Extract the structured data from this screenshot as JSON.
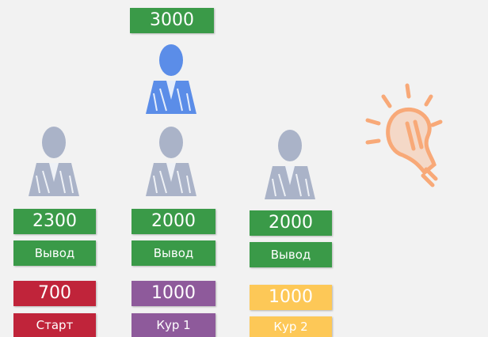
{
  "top": {
    "amount": "3000",
    "color": "#3a9a48"
  },
  "columns": [
    {
      "amount": "2300",
      "amount_color": "#3a9a48",
      "label": "Вывод",
      "label_color": "#3a9a48",
      "base_amount": "700",
      "base_color": "#c0243a",
      "base_label": "Старт"
    },
    {
      "amount": "2000",
      "amount_color": "#3a9a48",
      "label": "Вывод",
      "label_color": "#3a9a48",
      "base_amount": "1000",
      "base_color": "#8e5a9b",
      "base_label": "Кур 1"
    },
    {
      "amount": "2000",
      "amount_color": "#3a9a48",
      "label": "Вывод",
      "label_color": "#3a9a48",
      "base_amount": "1000",
      "base_color": "#fdc857",
      "base_label": "Кур 2"
    }
  ],
  "colors": {
    "person_highlight": "#5b8de8",
    "person_muted": "#aab3c8",
    "bulb": "#f8a978"
  },
  "icons": {
    "person": "businessman-icon",
    "idea": "lightbulb-icon"
  }
}
